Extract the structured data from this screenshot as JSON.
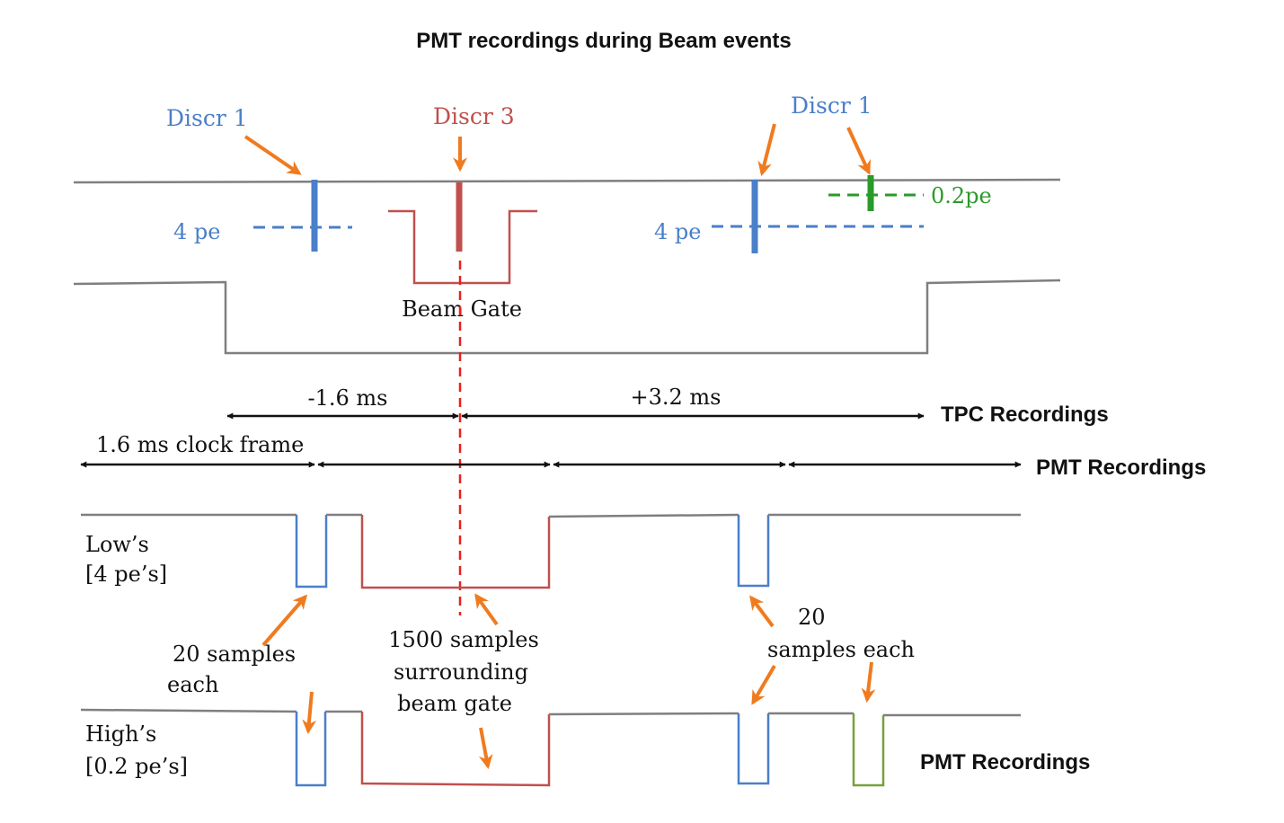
{
  "title": "PMT recordings during Beam events",
  "labels": {
    "discr1_left": "Discr 1",
    "discr3": "Discr 3",
    "discr1_right": "Discr 1",
    "four_pe_left": "4 pe",
    "four_pe_right": "4 pe",
    "point_two_pe": "0.2pe",
    "beam_gate": "Beam Gate",
    "minus_1_6_ms": "-1.6 ms",
    "plus_3_2_ms": "+3.2 ms",
    "tpc_recordings": "TPC Recordings",
    "clock_frame": "1.6 ms clock frame",
    "pmt_recordings_top": "PMT Recordings",
    "lows_line1": "Low’s",
    "lows_line2": "[4 pe’s]",
    "highs_line1": "High’s",
    "highs_line2": "[0.2 pe’s]",
    "samples20_left_line1": "20 samples",
    "samples20_left_line2": "each",
    "samples1500_line1": "1500 samples",
    "samples1500_line2": "surrounding",
    "samples1500_line3": "beam gate",
    "samples20_right_line1": "20",
    "samples20_right_line2": "samples each",
    "pmt_recordings_bottom": "PMT Recordings"
  },
  "colors": {
    "blue": "#4a7fc9",
    "red": "#c0504d",
    "green": "#2a9a2a",
    "green_pulse": "#77a03c",
    "orange": "#f07b1f",
    "gray": "#7f7f7f",
    "dashed_red": "#e8201f",
    "black": "#111111"
  }
}
